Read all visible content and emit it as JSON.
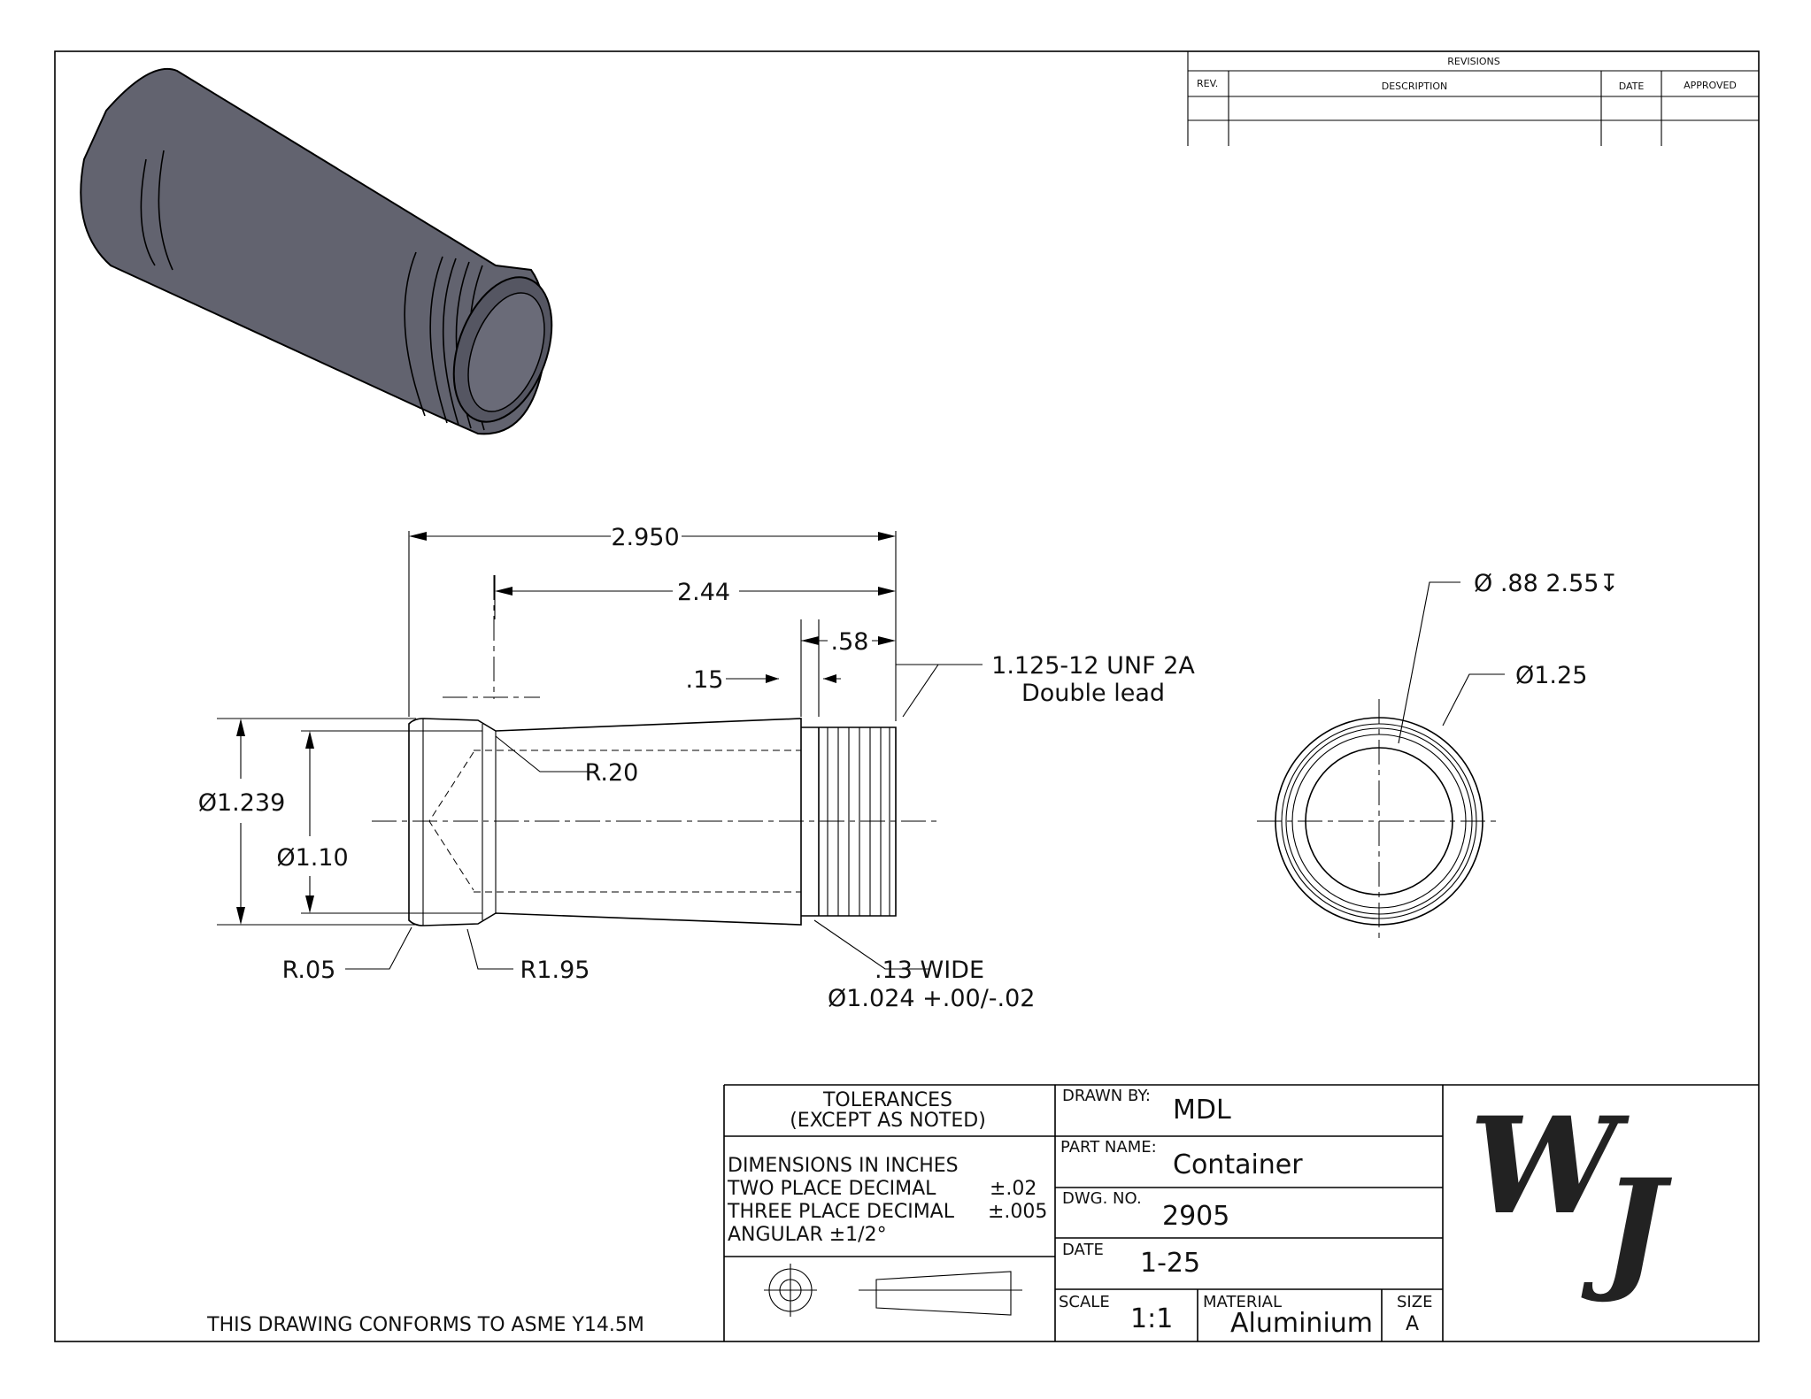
{
  "revisions": {
    "title": "REVISIONS",
    "headers": [
      "REV.",
      "DESCRIPTION",
      "DATE",
      "APPROVED"
    ]
  },
  "dimensions": {
    "overall_length": "2.950",
    "length_2": "2.44",
    "thread_length": ".58",
    "groove_offset": ".15",
    "thread_spec": "1.125-12 UNF 2A",
    "thread_note": "Double lead",
    "dia_large": "Ø1.239",
    "dia_small": "Ø1.10",
    "radius_r20": "R.20",
    "radius_r05": "R.05",
    "radius_r195": "R1.95",
    "groove_width": ".13 WIDE",
    "groove_dia": "Ø1.024 +.00/-.02",
    "bore": "Ø .88  2.55↧",
    "end_dia": "Ø1.25"
  },
  "conformance": "THIS DRAWING CONFORMS TO ASME Y14.5M",
  "title_block": {
    "tolerances_title_1": "TOLERANCES",
    "tolerances_title_2": "(EXCEPT AS NOTED)",
    "tol_lines": [
      "DIMENSIONS IN INCHES",
      "TWO PLACE DECIMAL",
      "THREE PLACE DECIMAL",
      "ANGULAR  ±1/2°"
    ],
    "tol_values": [
      "±.02",
      "±.005"
    ],
    "drawn_by_label": "DRAWN BY:",
    "drawn_by": "MDL",
    "part_name_label": "PART NAME:",
    "part_name": "Container",
    "dwg_no_label": "DWG.  NO.",
    "dwg_no": "2905",
    "date_label": "DATE",
    "date": "1-25",
    "scale_label": "SCALE",
    "scale": "1:1",
    "material_label": "MATERIAL",
    "material": "Aluminium",
    "size_label": "SIZE",
    "size": "A",
    "logo": "WJ"
  }
}
